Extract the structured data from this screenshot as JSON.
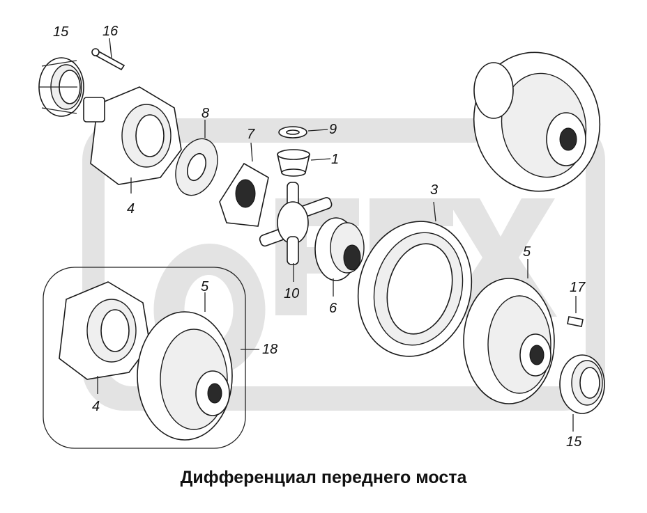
{
  "caption": "Дифференциал переднего моста",
  "callouts": {
    "c15_top": "15",
    "c16": "16",
    "c8": "8",
    "c9": "9",
    "c7": "7",
    "c1": "1",
    "c4_top": "4",
    "c3": "3",
    "c5_right": "5",
    "c17": "17",
    "c10": "10",
    "c6": "6",
    "c5_left": "5",
    "c18": "18",
    "c4_bottom": "4",
    "c15_bottom": "15"
  },
  "watermark": {
    "logo": "OFFTX"
  }
}
